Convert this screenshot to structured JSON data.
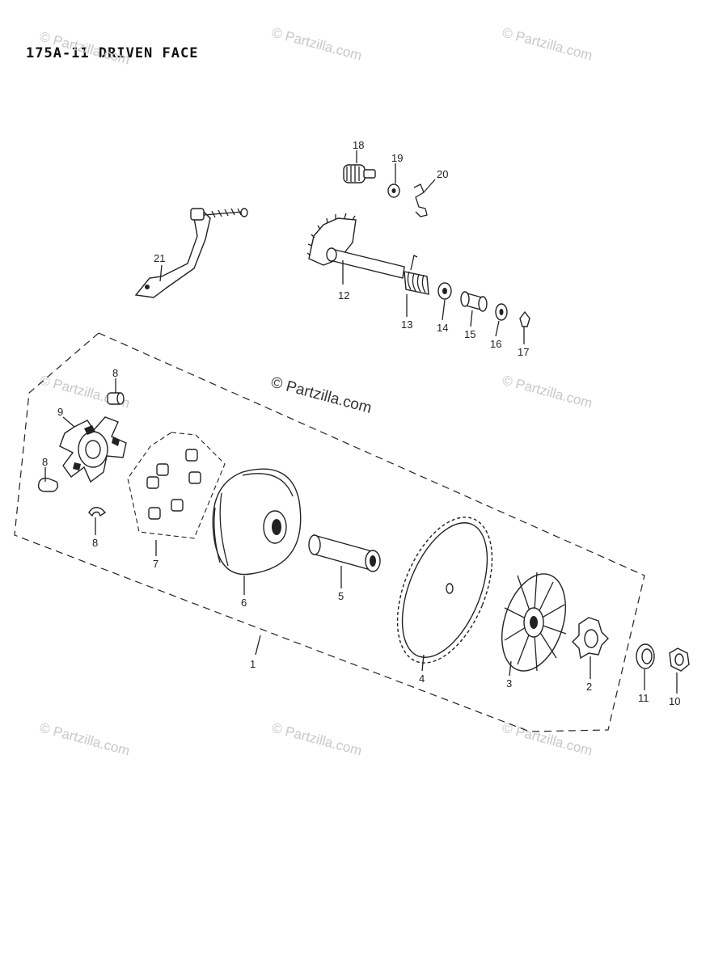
{
  "title": "175A-11 DRIVEN FACE",
  "watermarks": {
    "text": "© Partzilla.com"
  },
  "callouts": {
    "c1": "1",
    "c2": "2",
    "c3": "3",
    "c4": "4",
    "c5": "5",
    "c6": "6",
    "c7": "7",
    "c8a": "8",
    "c8b": "8",
    "c8c": "8",
    "c9": "9",
    "c10": "10",
    "c11": "11",
    "c12": "12",
    "c13": "13",
    "c14": "14",
    "c15": "15",
    "c16": "16",
    "c17": "17",
    "c18": "18",
    "c19": "19",
    "c20": "20",
    "c21": "21"
  },
  "colors": {
    "ink": "#222222",
    "watermark": "#c8c8c8",
    "background": "#ffffff"
  }
}
